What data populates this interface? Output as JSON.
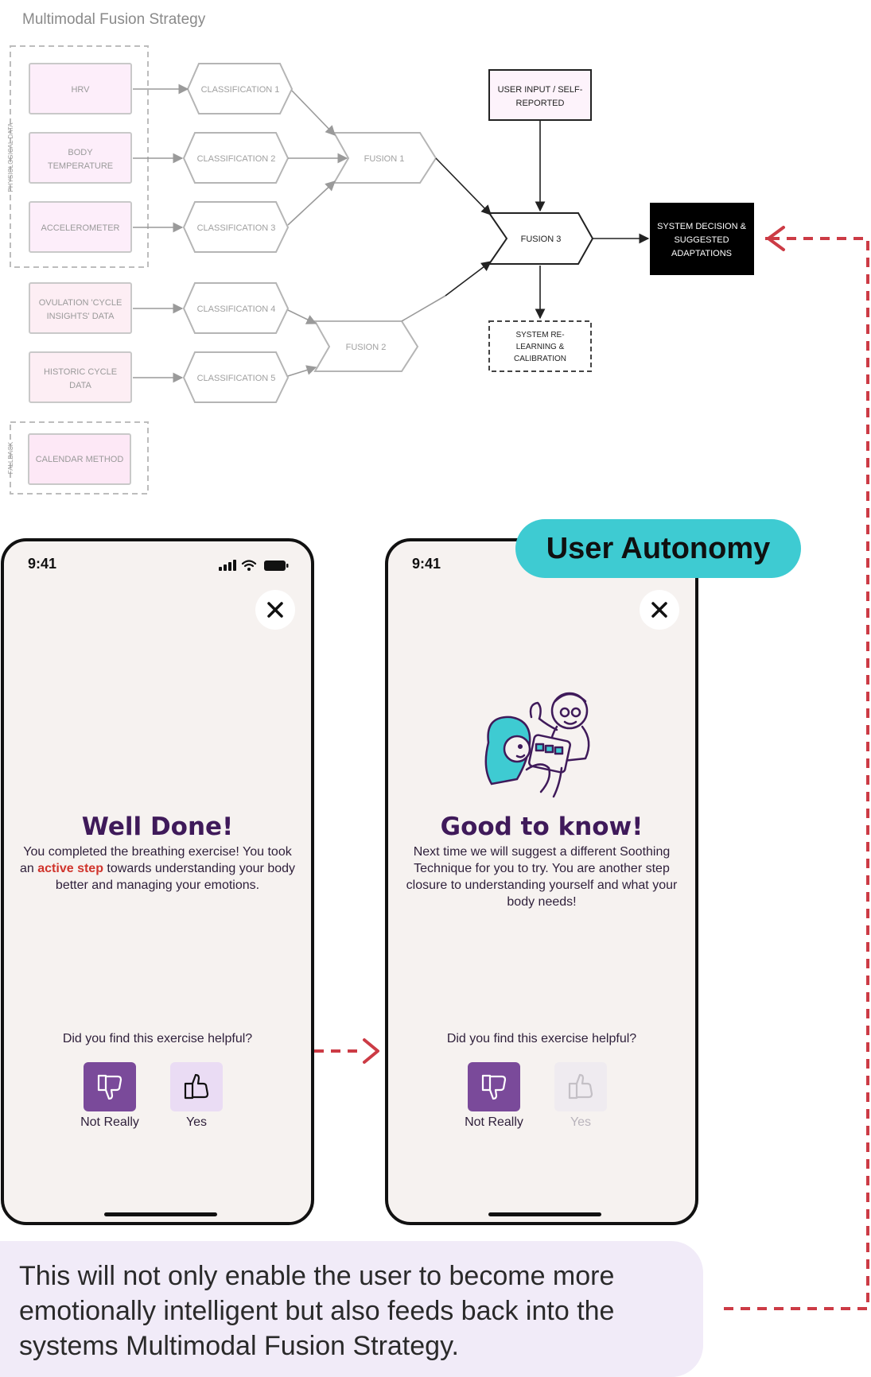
{
  "diagram": {
    "title": "Multimodal Fusion Strategy",
    "group_physiological": "PHYSIOLOGICAL DATA",
    "group_fallback": "FALLBACK",
    "inputs": {
      "hrv": "HRV",
      "body_temperature": [
        "BODY",
        "TEMPERATURE"
      ],
      "accelerometer": "ACCELEROMETER",
      "ovulation": [
        "OVULATION 'CYCLE",
        "INSIGHTS' DATA"
      ],
      "historic": [
        "HISTORIC CYCLE",
        "DATA"
      ],
      "calendar": "CALENDAR METHOD"
    },
    "classifications": [
      "CLASSIFICATION 1",
      "CLASSIFICATION 2",
      "CLASSIFICATION 3",
      "CLASSIFICATION 4",
      "CLASSIFICATION 5"
    ],
    "fusion1": "FUSION 1",
    "fusion2": "FUSION 2",
    "fusion3": "FUSION 3",
    "user_input": [
      "USER INPUT / SELF-",
      "REPORTED"
    ],
    "relearning": [
      "SYSTEM RE-",
      "LEARNING &",
      "CALIBRATION"
    ],
    "decision": [
      "SYSTEM DECISION &",
      "SUGGESTED",
      "ADAPTATIONS"
    ]
  },
  "phone_left": {
    "time": "9:41",
    "title": "Well Done!",
    "body_before": "You completed the breathing exercise! You took an ",
    "body_highlight": "active step",
    "body_after": " towards understanding your body better and managing your emotions.",
    "question": "Did you find this exercise helpful?",
    "no_label": "Not Really",
    "yes_label": "Yes"
  },
  "phone_right": {
    "time": "9:41",
    "title": "Good to know!",
    "body": "Next time we will suggest a different Soothing Technique for you to try. You are another step closure to understanding yourself and what your body needs!",
    "question": "Did you find this exercise helpful?",
    "no_label": "Not Really",
    "yes_label": "Yes"
  },
  "badge": "User Autonomy",
  "caption": "This will not only enable the user to become more emotionally intelligent but also feeds back into the systems Multimodal Fusion Strategy.",
  "colors": {
    "accent_purple": "#7a4a9a",
    "title_purple": "#3f1a5a",
    "teal": "#3ecbd2",
    "red_dashed": "#cc3b45",
    "highlight": "#d0342c"
  }
}
